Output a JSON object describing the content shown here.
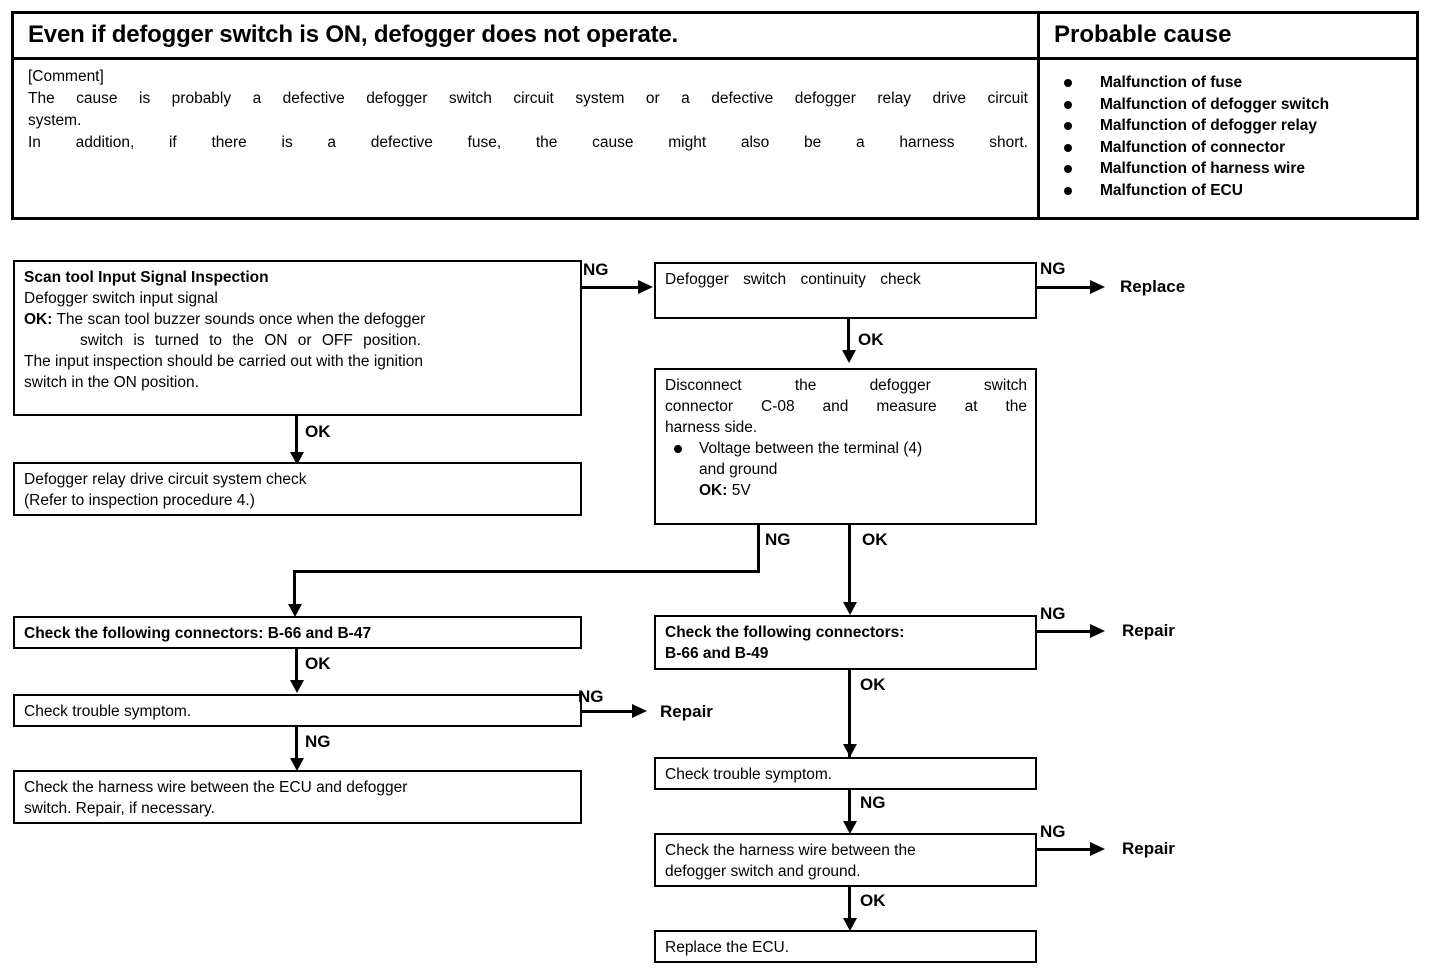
{
  "header": {
    "title": "Even if defogger switch is ON, defogger does not operate.",
    "probable_cause_title": "Probable cause",
    "comment_label": "[Comment]",
    "comment_line1": "The cause is probably a defective defogger switch circuit system or a defective defogger relay drive circuit",
    "comment_line2": "system.",
    "comment_line3": "In addition, if there is a defective fuse, the cause might also be a harness short.",
    "causes": [
      "Malfunction of fuse",
      "Malfunction of defogger switch",
      "Malfunction of defogger relay",
      "Malfunction of connector",
      "Malfunction of harness wire",
      "Malfunction of ECU"
    ]
  },
  "flow": {
    "box_scan_tool": {
      "heading": "Scan tool Input Signal Inspection",
      "line2": "Defogger switch input signal",
      "ok_prefix": "OK:",
      "ok_text": "The scan tool buzzer sounds once when the defogger",
      "ok_cont": "switch is turned to the ON or OFF position.",
      "line5": "The input inspection should be carried out with the ignition",
      "line6": "switch in the ON position."
    },
    "box_relay_drive": {
      "line1": "Defogger relay drive circuit system check",
      "line2": "(Refer to inspection procedure 4.)"
    },
    "box_connectors_left": "Check the following connectors: B-66 and B-47",
    "box_trouble_left": "Check trouble symptom.",
    "box_harness_left": {
      "line1": "Check the harness wire between the ECU and defogger",
      "line2": "switch. Repair, if necessary."
    },
    "box_continuity": "Defogger switch continuity check",
    "box_disconnect": {
      "line1": "Disconnect the defogger switch",
      "line2": "connector C-08 and measure at the",
      "line3": "harness side.",
      "bullet1": "Voltage between the terminal (4)",
      "bullet1_cont": "and ground",
      "ok_label": "OK:",
      "ok_value": "5V"
    },
    "box_connectors_right": {
      "line1": "Check the following connectors:",
      "line2": "B-66 and B-49"
    },
    "box_trouble_right": "Check trouble symptom.",
    "box_harness_right": {
      "line1": "Check the harness wire between the",
      "line2": "defogger switch and ground."
    },
    "box_replace_ecu": "Replace the ECU.",
    "labels": {
      "ng": "NG",
      "ok": "OK"
    },
    "terminals": {
      "replace": "Replace",
      "repair": "Repair"
    }
  }
}
